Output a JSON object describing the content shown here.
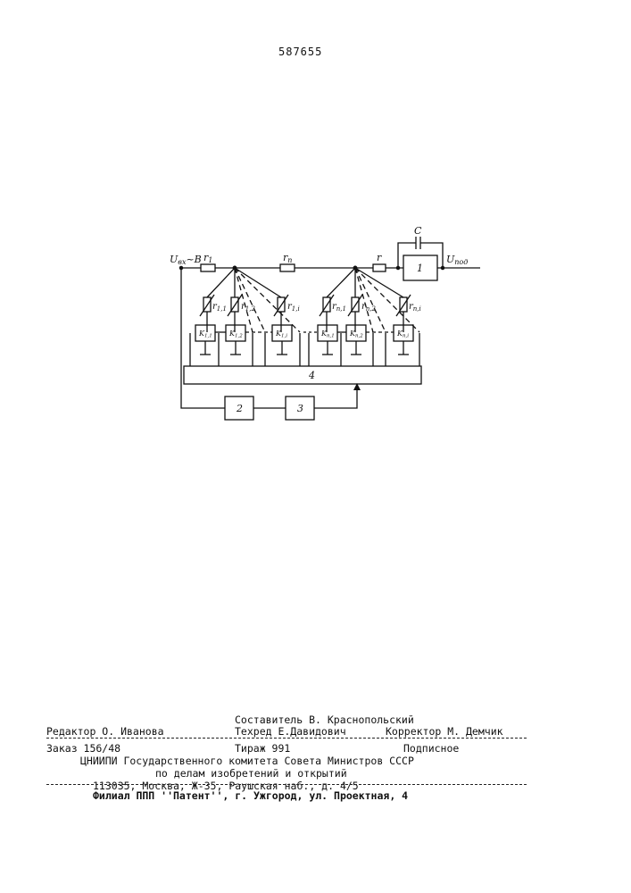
{
  "page_number": "587655",
  "diagram": {
    "labels": {
      "input": "U",
      "input_sub": "вх",
      "input_rest": "~B",
      "r1": "r",
      "r1_sub": "1",
      "rn": "r",
      "rn_sub": "п",
      "r": "r",
      "c": "C",
      "output": "U",
      "output_sub": "под"
    },
    "block_labels": {
      "b1": "1",
      "b2": "2",
      "b3": "3",
      "b4": "4"
    },
    "branch_group_1": [
      {
        "r": "r",
        "r_sub": "1,1",
        "k": "K",
        "k_sub": "1,1"
      },
      {
        "r": "r",
        "r_sub": "1,2",
        "k": "K",
        "k_sub": "1,2"
      },
      {
        "r": "r",
        "r_sub": "1,i",
        "k": "K",
        "k_sub": "1,i"
      }
    ],
    "branch_group_n": [
      {
        "r": "r",
        "r_sub": "п,1",
        "k": "K",
        "k_sub": "п,1"
      },
      {
        "r": "r",
        "r_sub": "п,2",
        "k": "K",
        "k_sub": "п,2"
      },
      {
        "r": "r",
        "r_sub": "п,i",
        "k": "K",
        "k_sub": "п,i"
      }
    ]
  },
  "imprint": {
    "editor": "Редактор О. Иванова",
    "compiler": "Составитель В. Краснопольский",
    "techred": "Техред Е.Давидович",
    "corrector": "Корректор  М. Демчик",
    "order": "Заказ 156/48",
    "circulation": "Тираж 991",
    "subscription": "Подписное",
    "institute": "ЦНИИПИ Государственного комитета Совета Министров СССР",
    "department": "по делам изобретений и открытий",
    "address": "113035, Москва, Ж-35, Раушская наб., д. 4/5",
    "branch": "Филиал ППП ''Патент'', г. Ужгород, ул. Проектная, 4"
  }
}
